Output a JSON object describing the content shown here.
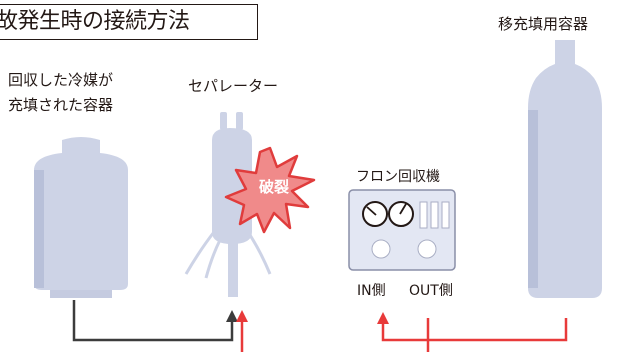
{
  "title": "故発生時の接続方法",
  "labels": {
    "recovered_container_line1": "回収した冷媒が",
    "recovered_container_line2": "充填された容器",
    "separator": "セパレーター",
    "burst": "破裂",
    "recovery_machine": "フロン回収機",
    "in_side": "IN側",
    "out_side": "OUT側",
    "transfer_container": "移充填用容器"
  },
  "colors": {
    "container_fill": "#cdd3e6",
    "container_shade": "#b8c0d9",
    "pipe_black": "#3c3c3c",
    "pipe_red": "#e83a3a",
    "burst_fill": "#f08a8a",
    "burst_stroke": "#e03c3c",
    "machine_fill": "#e3e7f3",
    "machine_border": "#8a8fa8"
  }
}
